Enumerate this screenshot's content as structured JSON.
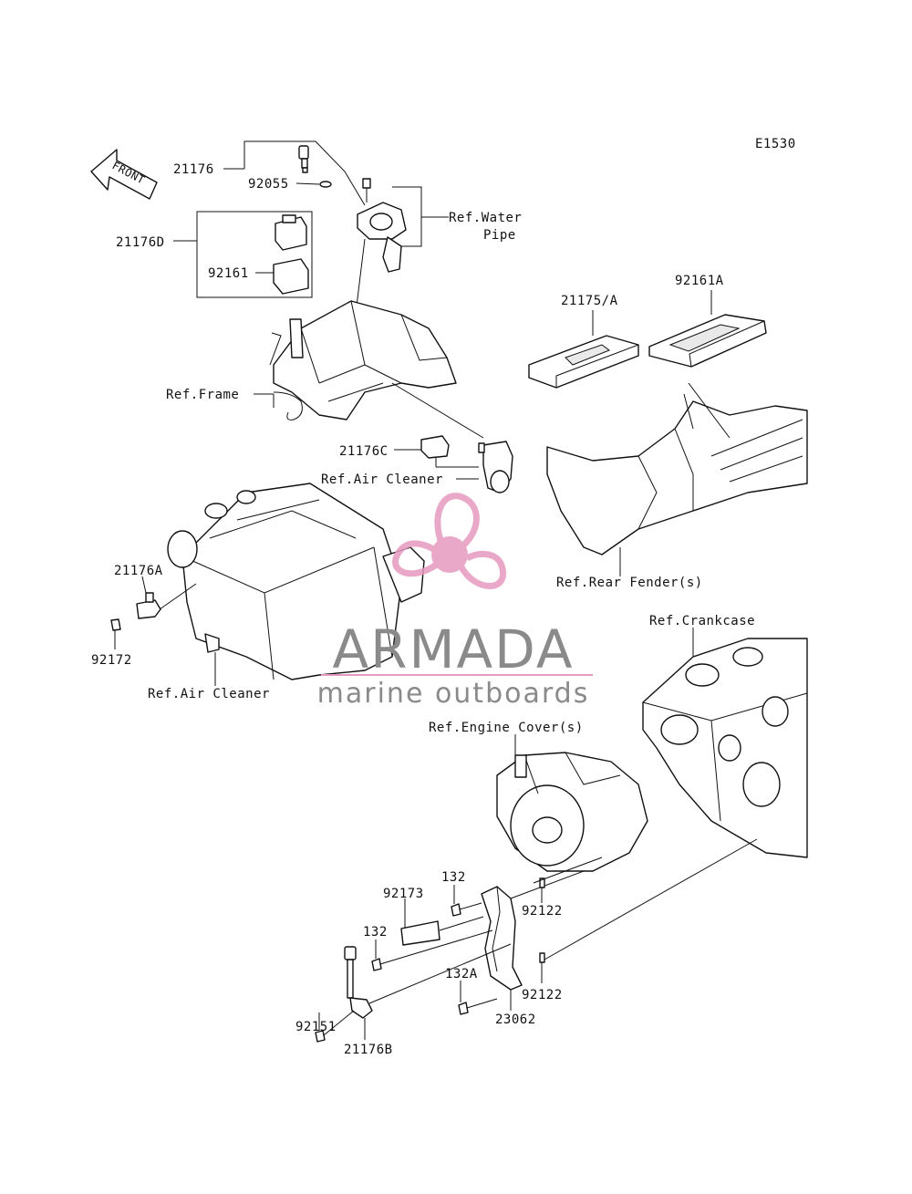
{
  "diagram_code": "E1530",
  "front_arrow_label": "FRONT",
  "parts": {
    "p21176": "21176",
    "p92055": "92055",
    "ref_water_pipe_line1": "Ref.Water",
    "ref_water_pipe_line2": "Pipe",
    "p21176D": "21176D",
    "p92161": "92161",
    "ref_frame": "Ref.Frame",
    "p21175A": "21175/A",
    "p92161A": "92161A",
    "p21176C": "21176C",
    "ref_air_cleaner_top": "Ref.Air Cleaner",
    "ref_rear_fender": "Ref.Rear Fender(s)",
    "p21176A": "21176A",
    "p92172": "92172",
    "ref_air_cleaner_bottom": "Ref.Air Cleaner",
    "ref_crankcase": "Ref.Crankcase",
    "ref_engine_cover": "Ref.Engine Cover(s)",
    "p132_top": "132",
    "p92173": "92173",
    "p92122_top": "92122",
    "p132_mid": "132",
    "p132A": "132A",
    "p92122_bottom": "92122",
    "p92151": "92151",
    "p23062": "23062",
    "p21176B": "21176B"
  },
  "watermark": {
    "brand": "ARMADA",
    "tagline": "marine outboards",
    "brand_color": "#8a8a8a",
    "accent_color": "#e79ac0"
  }
}
